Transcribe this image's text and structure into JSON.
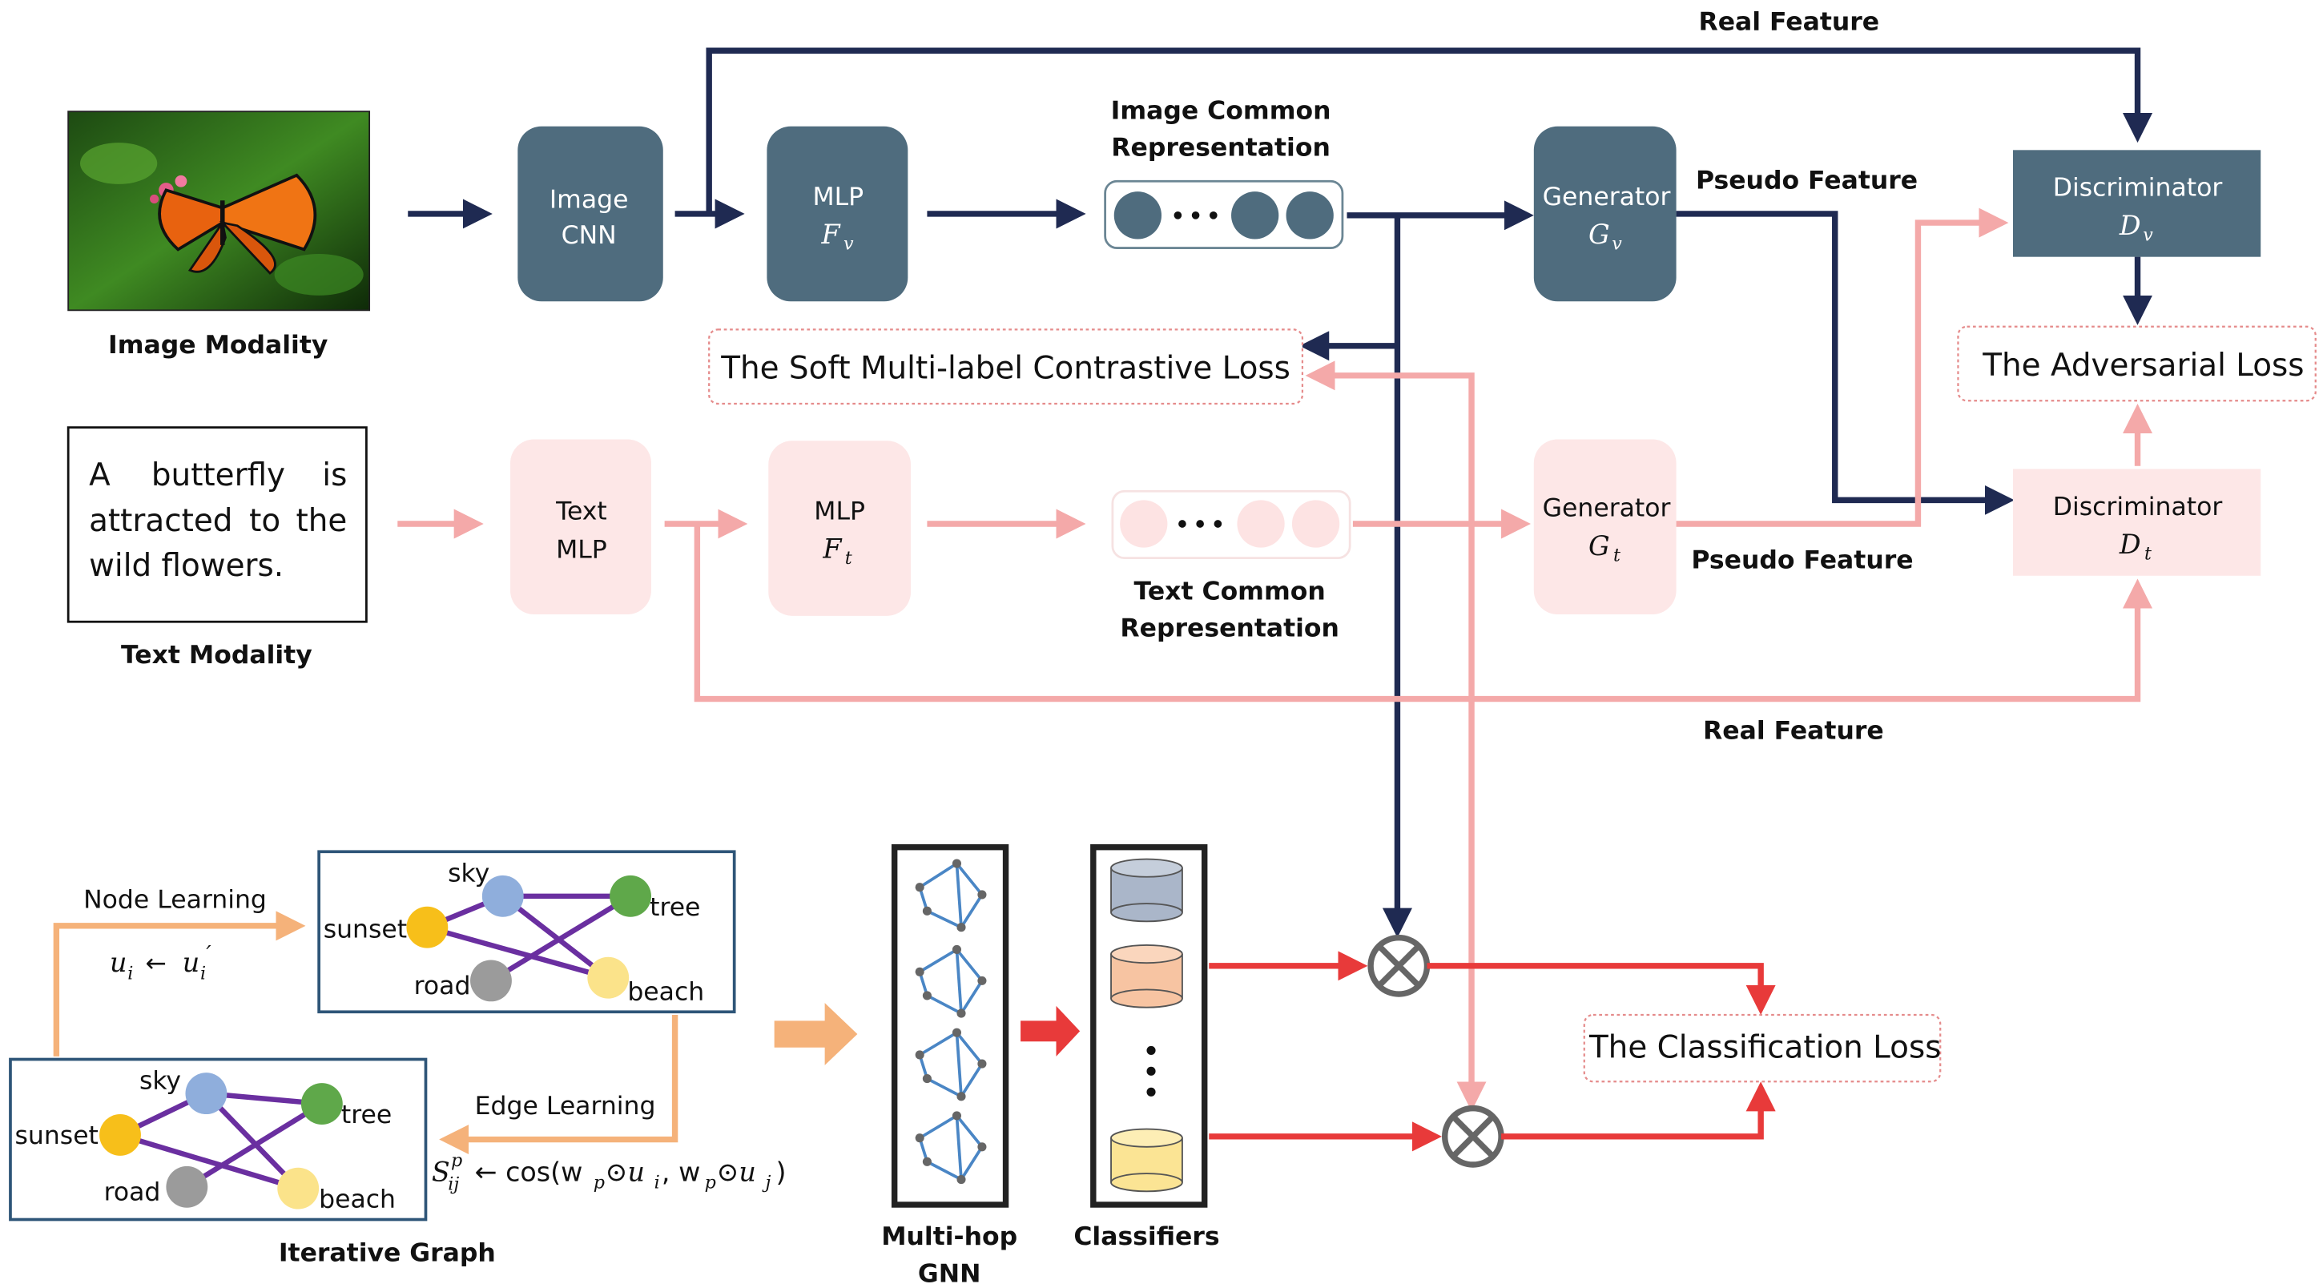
{
  "image_branch": {
    "modality_label": "Image Modality",
    "cnn": [
      "Image",
      "CNN"
    ],
    "mlp": [
      "MLP",
      "F",
      "v"
    ],
    "common_rep": [
      "Image Common",
      "Representation"
    ],
    "generator": [
      "Generator",
      "G",
      "v"
    ],
    "discriminator": [
      "Discriminator",
      "D",
      "v"
    ]
  },
  "text_branch": {
    "sentence": [
      "A",
      "butterfly",
      "is",
      "attracted",
      "to",
      "the",
      "wild flowers."
    ],
    "modality_label": "Text Modality",
    "mlp_text": [
      "Text",
      "MLP"
    ],
    "mlp": [
      "MLP",
      "F",
      "t"
    ],
    "common_rep": [
      "Text Common",
      "Representation"
    ],
    "generator": [
      "Generator",
      "G",
      "t"
    ],
    "discriminator": [
      "Discriminator",
      "D",
      "t"
    ]
  },
  "labels": {
    "real_feature_top": "Real Feature",
    "real_feature_bottom": "Real Feature",
    "pseudo_feature_top": "Pseudo Feature",
    "pseudo_feature_bottom": "Pseudo Feature"
  },
  "losses": {
    "contrastive": "The Soft Multi-label Contrastive Loss",
    "adversarial": "The Adversarial Loss",
    "classification": "The Classification Loss"
  },
  "graph": {
    "node_learning": "Node Learning",
    "node_formula": "u",
    "node_formula_sub": "i",
    "node_formula_arrow": "←",
    "node_formula_rhs": "u",
    "node_formula_rhs_sub": "i",
    "node_formula_prime": "′",
    "edge_learning": "Edge Learning",
    "edge_formula_S": "S",
    "edge_formula_sup": "p",
    "edge_formula_sub": "ij",
    "edge_formula_rest": "← cos(w",
    "edge_formula_p1": "p",
    "edge_formula_mid": "⊙u",
    "edge_formula_i": "i",
    "edge_formula_comma": ", w",
    "edge_formula_p2": "p",
    "edge_formula_mid2": "⊙u",
    "edge_formula_j": "j",
    "edge_formula_close": ")",
    "iterative_graph": "Iterative Graph",
    "nodes": [
      "sky",
      "sunset",
      "tree",
      "road",
      "beach"
    ]
  },
  "gnn": {
    "label": [
      "Multi-hop",
      "GNN"
    ]
  },
  "classifiers": {
    "label": "Classifiers"
  },
  "colors": {
    "navy": "#1f2a52",
    "slate": "#4f6c7e",
    "pink_fill": "#fde7e7",
    "pink_line": "#f4a9a9",
    "red": "#e83a3a",
    "orange": "#f5b27a",
    "graph_border": "#2e5578",
    "edge_purple": "#6a2fa0",
    "node_blue": "#8faedc",
    "node_yellow": "#f7bf1a",
    "node_green": "#5fa84a",
    "node_gray": "#9b9b9b",
    "node_lightyellow": "#fbe38a"
  }
}
